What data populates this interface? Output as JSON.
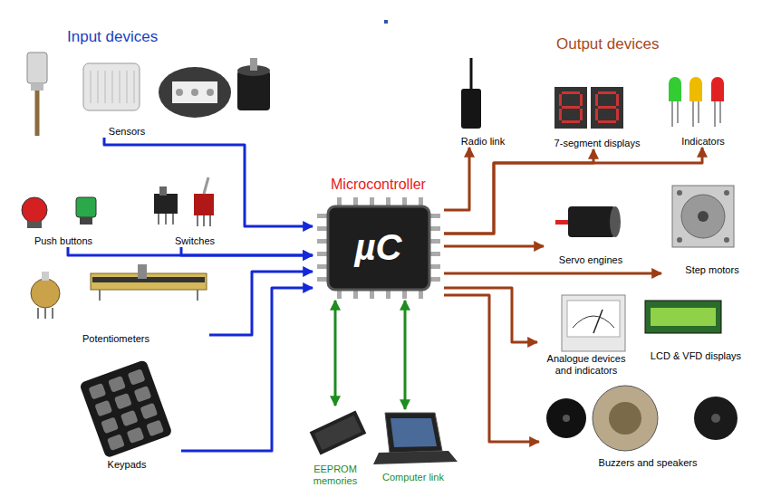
{
  "diagram": {
    "nodes": [
      {
        "text": [
          "Sensors"
        ]
      },
      {
        "text": [
          "Push buttons"
        ]
      },
      {
        "text": [
          "Switches"
        ]
      },
      {
        "text": [
          "Potentiometers"
        ]
      },
      {
        "text": [
          "Keypads"
        ]
      },
      {
        "text": [
          "Microcontroller",
          "µC"
        ]
      },
      {
        "text": [
          "EEPROM memories"
        ]
      },
      {
        "text": [
          "Computer link"
        ]
      },
      {
        "text": [
          "Radio link"
        ]
      },
      {
        "text": [
          "7-segment displays"
        ]
      },
      {
        "text": [
          "Indicators"
        ]
      },
      {
        "text": [
          "Servo engines"
        ]
      },
      {
        "text": [
          "Step motors"
        ]
      },
      {
        "text": [
          "Analogue devices and indicators"
        ]
      },
      {
        "text": [
          "LCD & VFD displays"
        ]
      },
      {
        "text": [
          "Buzzers and speakers"
        ]
      }
    ],
    "edges": [
      {
        "from": 0,
        "to": 5,
        "arrow": "to"
      },
      {
        "from": 1,
        "to": 5,
        "arrow": "to"
      },
      {
        "from": 2,
        "to": 5,
        "arrow": "to"
      },
      {
        "from": 3,
        "to": 5,
        "arrow": "to"
      },
      {
        "from": 4,
        "to": 5,
        "arrow": "to"
      },
      {
        "from": 5,
        "to": 6,
        "arrow": "both"
      },
      {
        "from": 5,
        "to": 7,
        "arrow": "both"
      },
      {
        "from": 5,
        "to": 8,
        "arrow": "to"
      },
      {
        "from": 5,
        "to": 9,
        "arrow": "to"
      },
      {
        "from": 5,
        "to": 10,
        "arrow": "to"
      },
      {
        "from": 5,
        "to": 11,
        "arrow": "to"
      },
      {
        "from": 5,
        "to": 12,
        "arrow": "to"
      },
      {
        "from": 5,
        "to": 13,
        "arrow": "to"
      },
      {
        "from": 5,
        "to": 15,
        "arrow": "to"
      }
    ],
    "labels": [
      "Input devices",
      "Output devices"
    ]
  }
}
